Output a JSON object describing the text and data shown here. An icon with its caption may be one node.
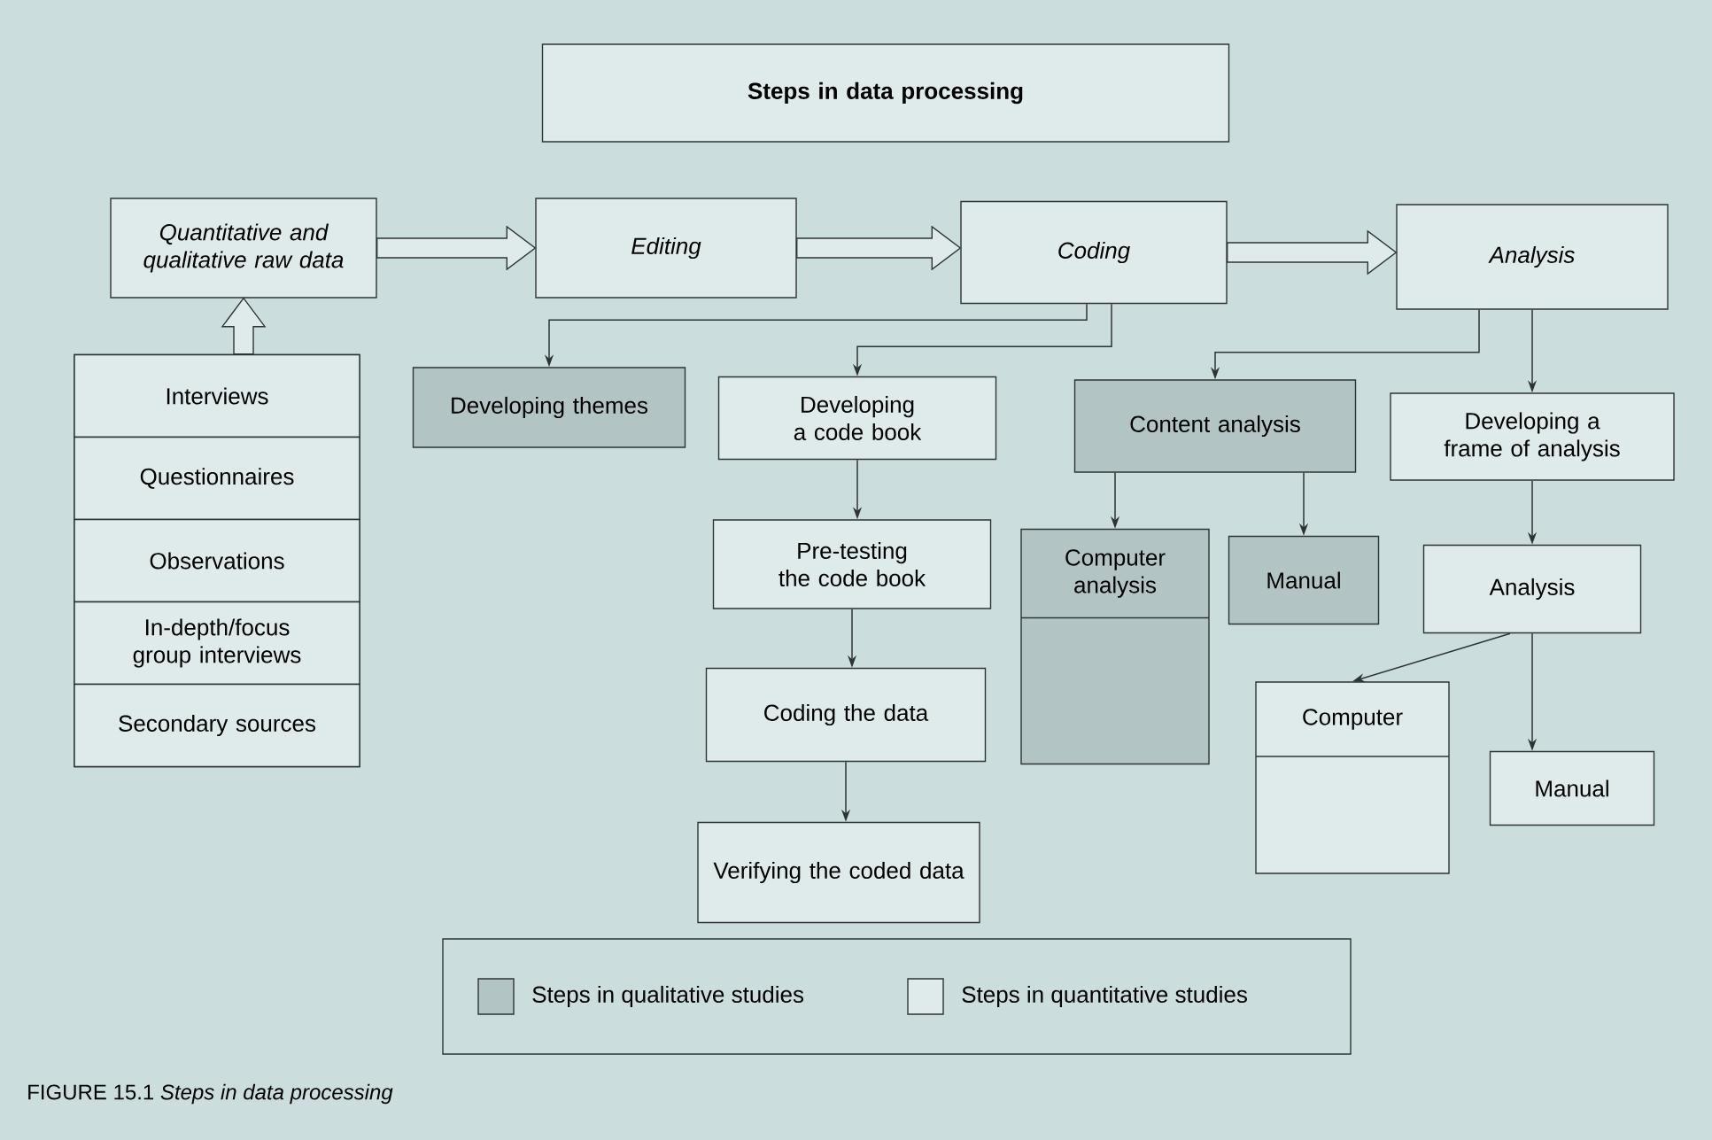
{
  "diagram": {
    "caption": "FIGURE 15.1 *Steps in data processing*",
    "nodes": [
      {
        "text": [
          "Steps in data processing"
        ]
      },
      {
        "text": [
          "Quantitative and qualitative raw data"
        ]
      },
      {
        "text": [
          "Editing"
        ]
      },
      {
        "text": [
          "Coding"
        ]
      },
      {
        "text": [
          "Analysis"
        ]
      },
      {
        "text": [],
        "shape": "box"
      },
      {
        "text": [
          "Interviews"
        ],
        "in": 5
      },
      {
        "text": [
          "Questionnaires"
        ],
        "in": 5
      },
      {
        "text": [
          "Observations"
        ],
        "in": 5
      },
      {
        "text": [
          "In-depth/focus group interviews"
        ],
        "in": 5
      },
      {
        "text": [
          "Secondary sources"
        ],
        "in": 5
      },
      {
        "text": [
          "Developing themes"
        ]
      },
      {
        "text": [
          "Developing a code book"
        ]
      },
      {
        "text": [
          "Pre-testing the code book"
        ]
      },
      {
        "text": [
          "Coding the data"
        ]
      },
      {
        "text": [
          "Verifying the coded data"
        ]
      },
      {
        "text": [
          "Content analysis"
        ]
      },
      {
        "text": [
          "Developing a frame of analysis"
        ]
      },
      {
        "text": [
          "Computer analysis"
        ]
      },
      {
        "text": [
          "Manual"
        ]
      },
      {
        "text": [
          "Analysis"
        ]
      },
      {
        "text": [
          "Computer"
        ]
      },
      {
        "text": [
          "Manual"
        ]
      }
    ],
    "edges": [
      {
        "from": 5,
        "to": 1,
        "arrow": "to",
        "style": "thick"
      },
      {
        "from": 1,
        "to": 2,
        "arrow": "to",
        "style": "thick"
      },
      {
        "from": 2,
        "to": 3,
        "arrow": "to",
        "style": "thick"
      },
      {
        "from": 3,
        "to": 4,
        "arrow": "to",
        "style": "thick"
      },
      {
        "from": 3,
        "to": 11,
        "arrow": "to"
      },
      {
        "from": 3,
        "to": 12,
        "arrow": "to"
      },
      {
        "from": 12,
        "to": 13,
        "arrow": "to"
      },
      {
        "from": 13,
        "to": 14,
        "arrow": "to"
      },
      {
        "from": 14,
        "to": 15,
        "arrow": "to"
      },
      {
        "from": 4,
        "to": 16,
        "arrow": "to"
      },
      {
        "from": 4,
        "to": 17,
        "arrow": "to"
      },
      {
        "from": 16,
        "to": 18,
        "arrow": "to"
      },
      {
        "from": 16,
        "to": 19,
        "arrow": "to"
      },
      {
        "from": 17,
        "to": 20,
        "arrow": "to"
      },
      {
        "from": 20,
        "to": 21,
        "arrow": "to"
      },
      {
        "from": 20,
        "to": 22,
        "arrow": "to"
      }
    ],
    "legend": [
      {
        "text": "Steps in qualitative studies",
        "color": "#b3c4c4"
      },
      {
        "text": "Steps in quantitative studies",
        "color": "#deebea"
      }
    ]
  }
}
